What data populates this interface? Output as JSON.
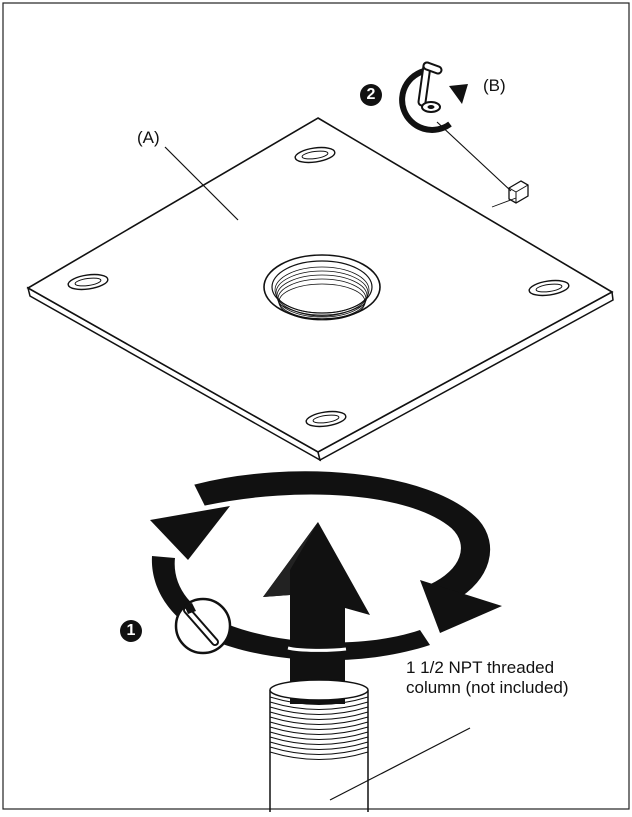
{
  "labels": {
    "plate": "(A)",
    "screw": "(B)",
    "column_line1": "1 1/2 NPT threaded",
    "column_line2": "column (not included)"
  },
  "steps": {
    "first": "1",
    "second": "2"
  },
  "colors": {
    "ink": "#111111",
    "plate_fill": "#ffffff",
    "background": "#ffffff"
  },
  "icons": [
    "rotation-arrow-icon",
    "up-arrow-icon",
    "wrench-icon",
    "hex-key-icon"
  ]
}
